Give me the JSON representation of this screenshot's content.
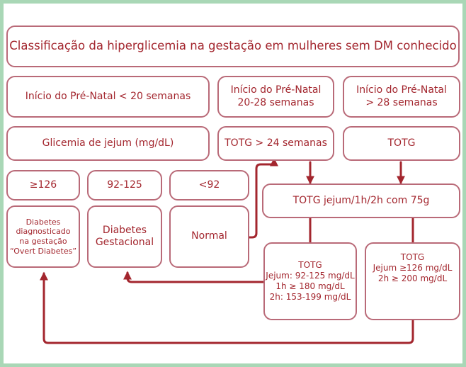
{
  "colors": {
    "accent": "#a3262e",
    "box_border": "#b96a78",
    "frame_border": "#a9d7b6"
  },
  "title": "Classificação da hiperglicemia na gestação em mulheres sem DM conhecido",
  "row1": {
    "early": "Início do Pré-Natal < 20 semanas",
    "mid": [
      "Início do Pré-Natal",
      "20-28 semanas"
    ],
    "late": [
      "Início do Pré-Natal",
      "> 28 semanas"
    ]
  },
  "row2": {
    "fasting": "Glicemia de jejum (mg/dL)",
    "totg24": "TOTG > 24 semanas",
    "totg": "TOTG"
  },
  "ranges": {
    "high": "≥126",
    "mid": "92-125",
    "low": "<92"
  },
  "totg_test": "TOTG jejum/1h/2h com 75g",
  "outcomes": {
    "overt": [
      "Diabetes",
      "diagnosticado",
      "na gestação",
      "“Overt Diabetes”"
    ],
    "gestational": [
      "Diabetes",
      "Gestacional"
    ],
    "normal": "Normal"
  },
  "criteria_gdm": [
    "TOTG",
    "Jejum: 92-125 mg/dL",
    "1h ≥ 180 mg/dL",
    "2h: 153-199 mg/dL"
  ],
  "criteria_overt": [
    "TOTG",
    "Jejum ≥126 mg/dL",
    "2h ≥ 200 mg/dL"
  ]
}
